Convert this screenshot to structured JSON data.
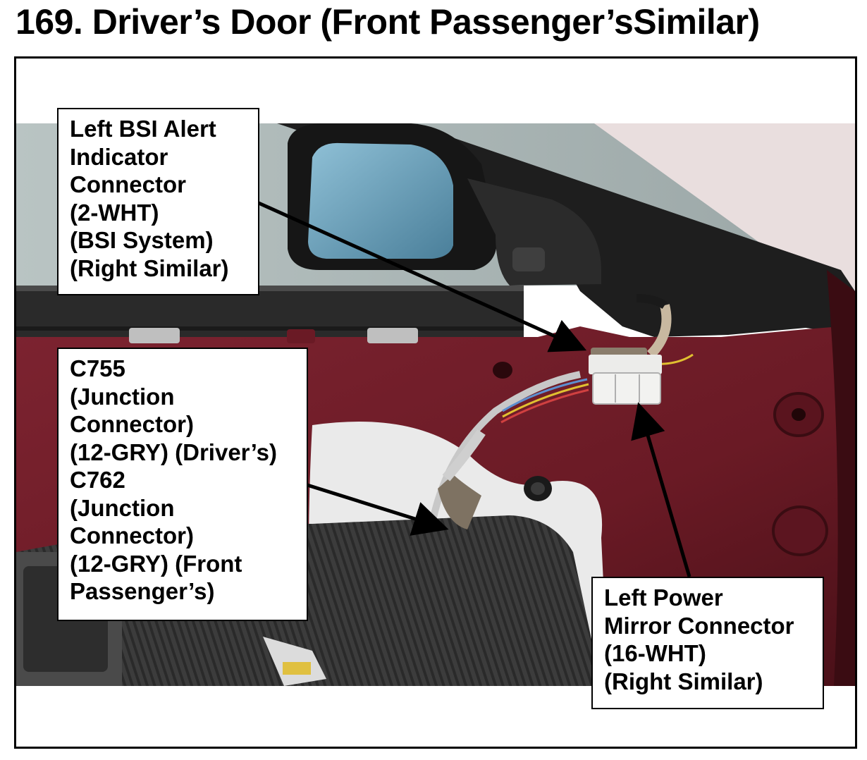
{
  "title": "169.  Driver’s Door (Front Passenger’sSimilar)",
  "callouts": {
    "bsi": {
      "lines": [
        "Left BSI Alert",
        "Indicator",
        "Connector",
        "(2-WHT)",
        "(BSI System)",
        "(Right Similar)"
      ]
    },
    "junction": {
      "lines": [
        "C755",
        "(Junction",
        "Connector)",
        "(12-GRY) (Driver’s)",
        "C762",
        "(Junction",
        "Connector)",
        "(12-GRY) (Front",
        "Passenger’s)"
      ]
    },
    "mirror": {
      "lines": [
        "Left Power",
        "Mirror Connector",
        "(16-WHT)",
        "(Right Similar)"
      ]
    }
  },
  "colors": {
    "door_paint": "#6e1c26",
    "door_paint_dark": "#4a1018",
    "trim_black": "#262626",
    "carpet_gray": "#3a3a3a",
    "glass": "#a9b6b6",
    "mirror_glass": "#6fa3bd",
    "connector_white": "#ececea",
    "foam_tan": "#8a7d6c"
  }
}
